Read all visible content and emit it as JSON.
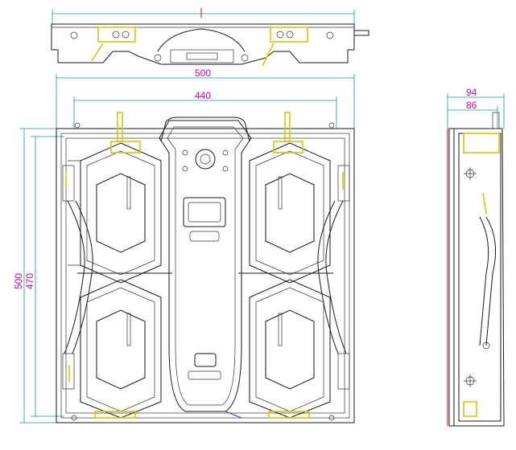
{
  "drawing": {
    "top_view": {},
    "front_view": {
      "dim_width_outer": "500",
      "dim_width_inner": "440",
      "dim_height_outer": "500",
      "dim_height_inner": "470"
    },
    "side_view": {
      "dim_depth_outer": "94",
      "dim_depth_inner": "86"
    }
  },
  "colors": {
    "dimension_line": "#00a0a0",
    "dimension_text": "#cc00cc",
    "lock_highlight": "#f2e800",
    "outline": "#1a1a1a"
  }
}
